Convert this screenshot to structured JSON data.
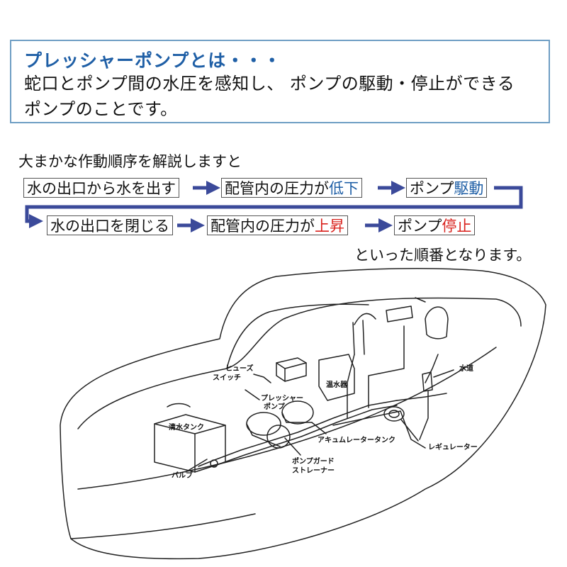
{
  "intro": {
    "title": "プレッシャーポンプとは・・・",
    "line1": "蛇口とポンプ間の水圧を感知し、 ポンプの駆動・停止ができる",
    "line2": "ポンプのことです。"
  },
  "lead": "大まかな作動順序を解説しますと",
  "flow_row1": {
    "step1": "水の出口から水を出す",
    "step2_prefix": "配管内の圧力が",
    "step2_accent": "低下",
    "step3_prefix": "ポンプ",
    "step3_accent": "駆動"
  },
  "flow_row2": {
    "step1": "水の出口を閉じる",
    "step2_prefix": "配管内の圧力が",
    "step2_accent": "上昇",
    "step3_prefix": "ポンプ",
    "step3_accent": "停止"
  },
  "closing": "といった順番となります。",
  "colors": {
    "title_blue": "#1f5fa6",
    "accent_red": "#d9211c",
    "arrow": "#3b4a9a",
    "box_border": "#6f9ec4"
  },
  "diagram": {
    "fuse_label": "ヒューズ",
    "switch_label": "スイッチ",
    "pressure_pump_label_1": "プレッシャー",
    "pressure_pump_label_2": "ポンプ",
    "water_heater_label": "温水器",
    "tap_water_label": "水道",
    "fresh_tank_label": "清水タンク",
    "accumulator_label": "アキュムレータータンク",
    "regulator_label": "レギュレーター",
    "valve_label": "バルブ",
    "pump_guard_label_1": "ポンプガード",
    "pump_guard_label_2": "ストレーナー"
  }
}
